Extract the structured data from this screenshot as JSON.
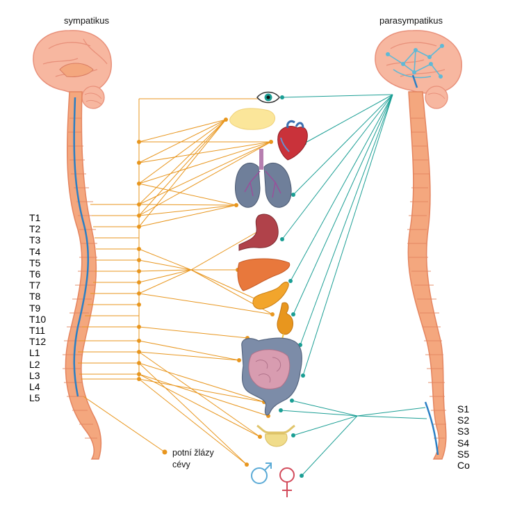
{
  "titles": {
    "left": "sympatikus",
    "right": "parasympatikus"
  },
  "segments_left": [
    "T1",
    "T2",
    "T3",
    "T4",
    "T5",
    "T6",
    "T7",
    "T8",
    "T9",
    "T10",
    "T11",
    "T12",
    "L1",
    "L2",
    "L3",
    "L4",
    "L5"
  ],
  "segments_right": [
    "S1",
    "S2",
    "S3",
    "S4",
    "S5",
    "Co"
  ],
  "note": {
    "line1": "potní žlázy",
    "line2": "cévy"
  },
  "colors": {
    "sympathetic": "#e8961e",
    "parasympathetic": "#1a9e94",
    "brain": "#f7b7a0",
    "spine": "#f4a77e",
    "nerve": "#2b7fc4"
  },
  "icons": {
    "eye": "eye-icon",
    "gland": "gland-icon",
    "heart": "heart-icon",
    "lungs": "lungs-icon",
    "stomach": "stomach-icon",
    "liver": "liver-icon",
    "pancreas": "pancreas-icon",
    "kidney": "kidney-icon",
    "intestine": "intestine-icon",
    "bladder": "bladder-icon",
    "male": "male-symbol-icon",
    "female": "female-symbol-icon"
  }
}
